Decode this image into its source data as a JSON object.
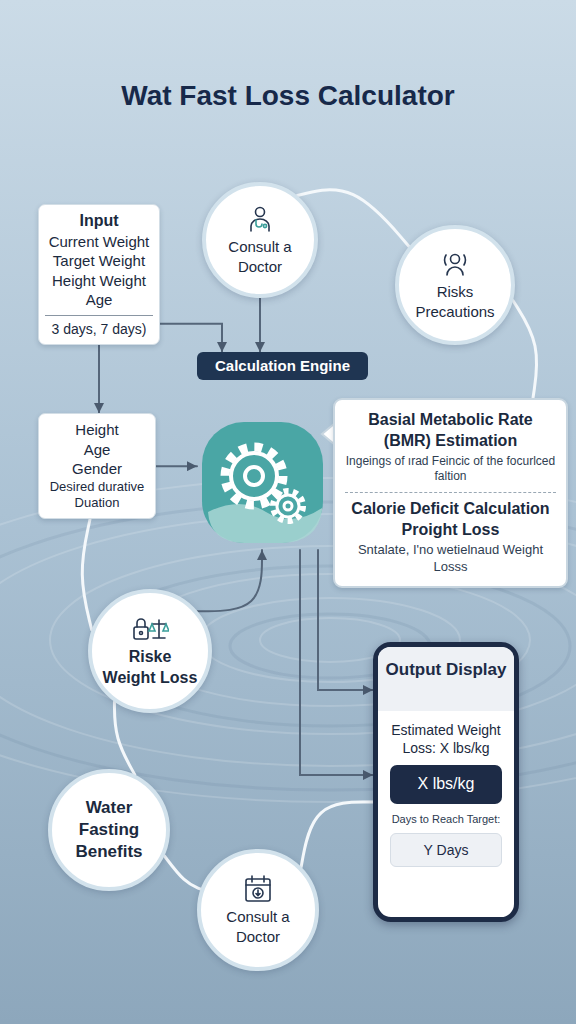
{
  "diagram": {
    "title": "Wat Fast Loss Calculator",
    "nodes": [
      {
        "text": [
          "Input",
          "Current Weight",
          "Target Weight",
          "Height Weight",
          "Age",
          "3 days, 7 days)"
        ]
      },
      {
        "text": [
          "Consult a Doctor"
        ]
      },
      {
        "text": [
          "Risks Precautions"
        ]
      },
      {
        "text": [
          "Calculation Engine"
        ]
      },
      {
        "text": [
          "Height",
          "Age",
          "Gender",
          "Desired durative Duation"
        ]
      },
      {
        "text": [
          "Basial Metabolic Rate (BMR) Estimation",
          "Ingeings of ırad Feincic of the focurlced faltion",
          "Calorie Deficit Calculation",
          "Proight Loss",
          "Sntalate, I'no wetielnaud Weight Losss"
        ]
      },
      {
        "text": [
          "Riske Weight Loss"
        ]
      },
      {
        "text": [
          "Output Display",
          "Estimated Weight Loss: X lbs/kg",
          "Days to Reach Target:"
        ]
      },
      {
        "text": [
          "X lbs/kg"
        ],
        "in": 7
      },
      {
        "text": [
          "Y Days"
        ],
        "in": 7
      },
      {
        "text": [
          "Water Fasting Benefits"
        ]
      },
      {
        "text": [
          "Consult a Doctor"
        ]
      }
    ],
    "edges": [
      {
        "from": 0,
        "to": 3,
        "arrow": "to"
      },
      {
        "from": 1,
        "to": 3,
        "arrow": "to"
      },
      {
        "from": 0,
        "to": 4,
        "arrow": "to"
      },
      {
        "from": 4,
        "to": 3,
        "arrow": "to"
      },
      {
        "from": 6,
        "to": 3,
        "arrow": "to"
      },
      {
        "from": 3,
        "to": 7,
        "arrow": "to"
      },
      {
        "from": 3,
        "to": 7,
        "arrow": "to"
      },
      {
        "from": 1,
        "to": 2,
        "arrow": "none"
      },
      {
        "from": 2,
        "to": 5,
        "arrow": "none"
      },
      {
        "from": 4,
        "to": 6,
        "arrow": "none"
      },
      {
        "from": 6,
        "to": 10,
        "arrow": "none"
      },
      {
        "from": 10,
        "to": 11,
        "arrow": "none"
      },
      {
        "from": 11,
        "to": 7,
        "arrow": "none"
      }
    ]
  }
}
